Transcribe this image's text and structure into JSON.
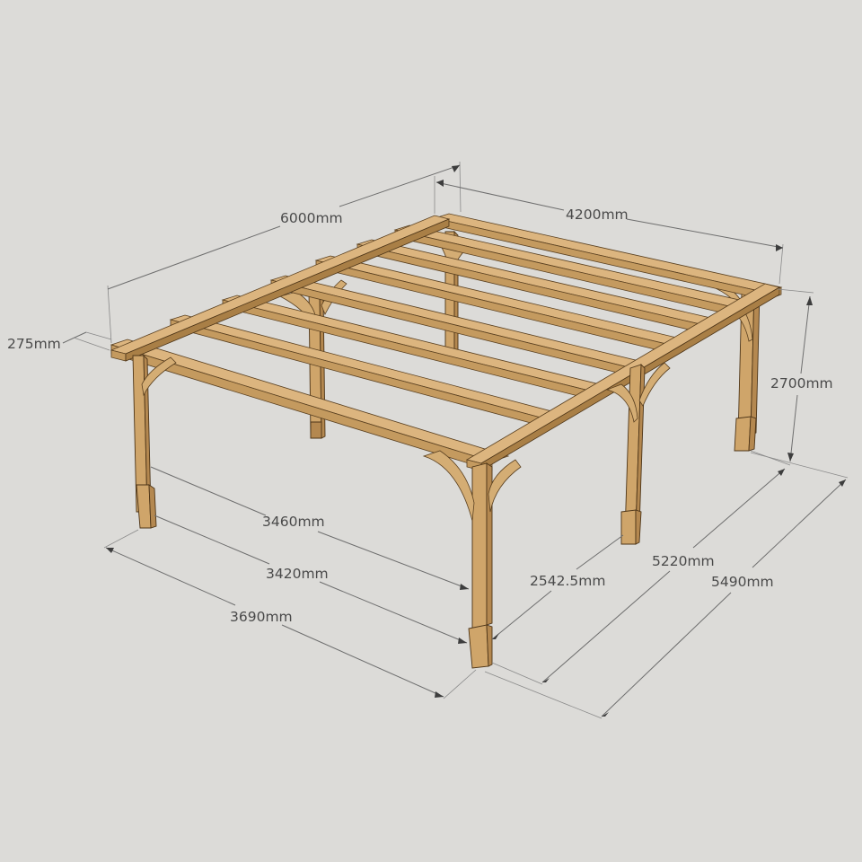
{
  "diagram": {
    "title": "Pergola dimension diagram",
    "subject": "Timber pergola with 6 posts, curved corner braces and 8 cross rafters",
    "background_color": "#dcdbd8",
    "wood_color": "#d4ad74",
    "units": "mm",
    "dimensions": {
      "overall_length": "6000mm",
      "overall_width": "4200mm",
      "overhang": "275mm",
      "height": "2700mm",
      "post_span_front_inner": "3460mm",
      "post_span_front_outer": "3420mm",
      "front_total": "3690mm",
      "post_spacing_side": "2542.5mm",
      "side_posts_outer": "5220mm",
      "side_total": "5490mm"
    }
  }
}
